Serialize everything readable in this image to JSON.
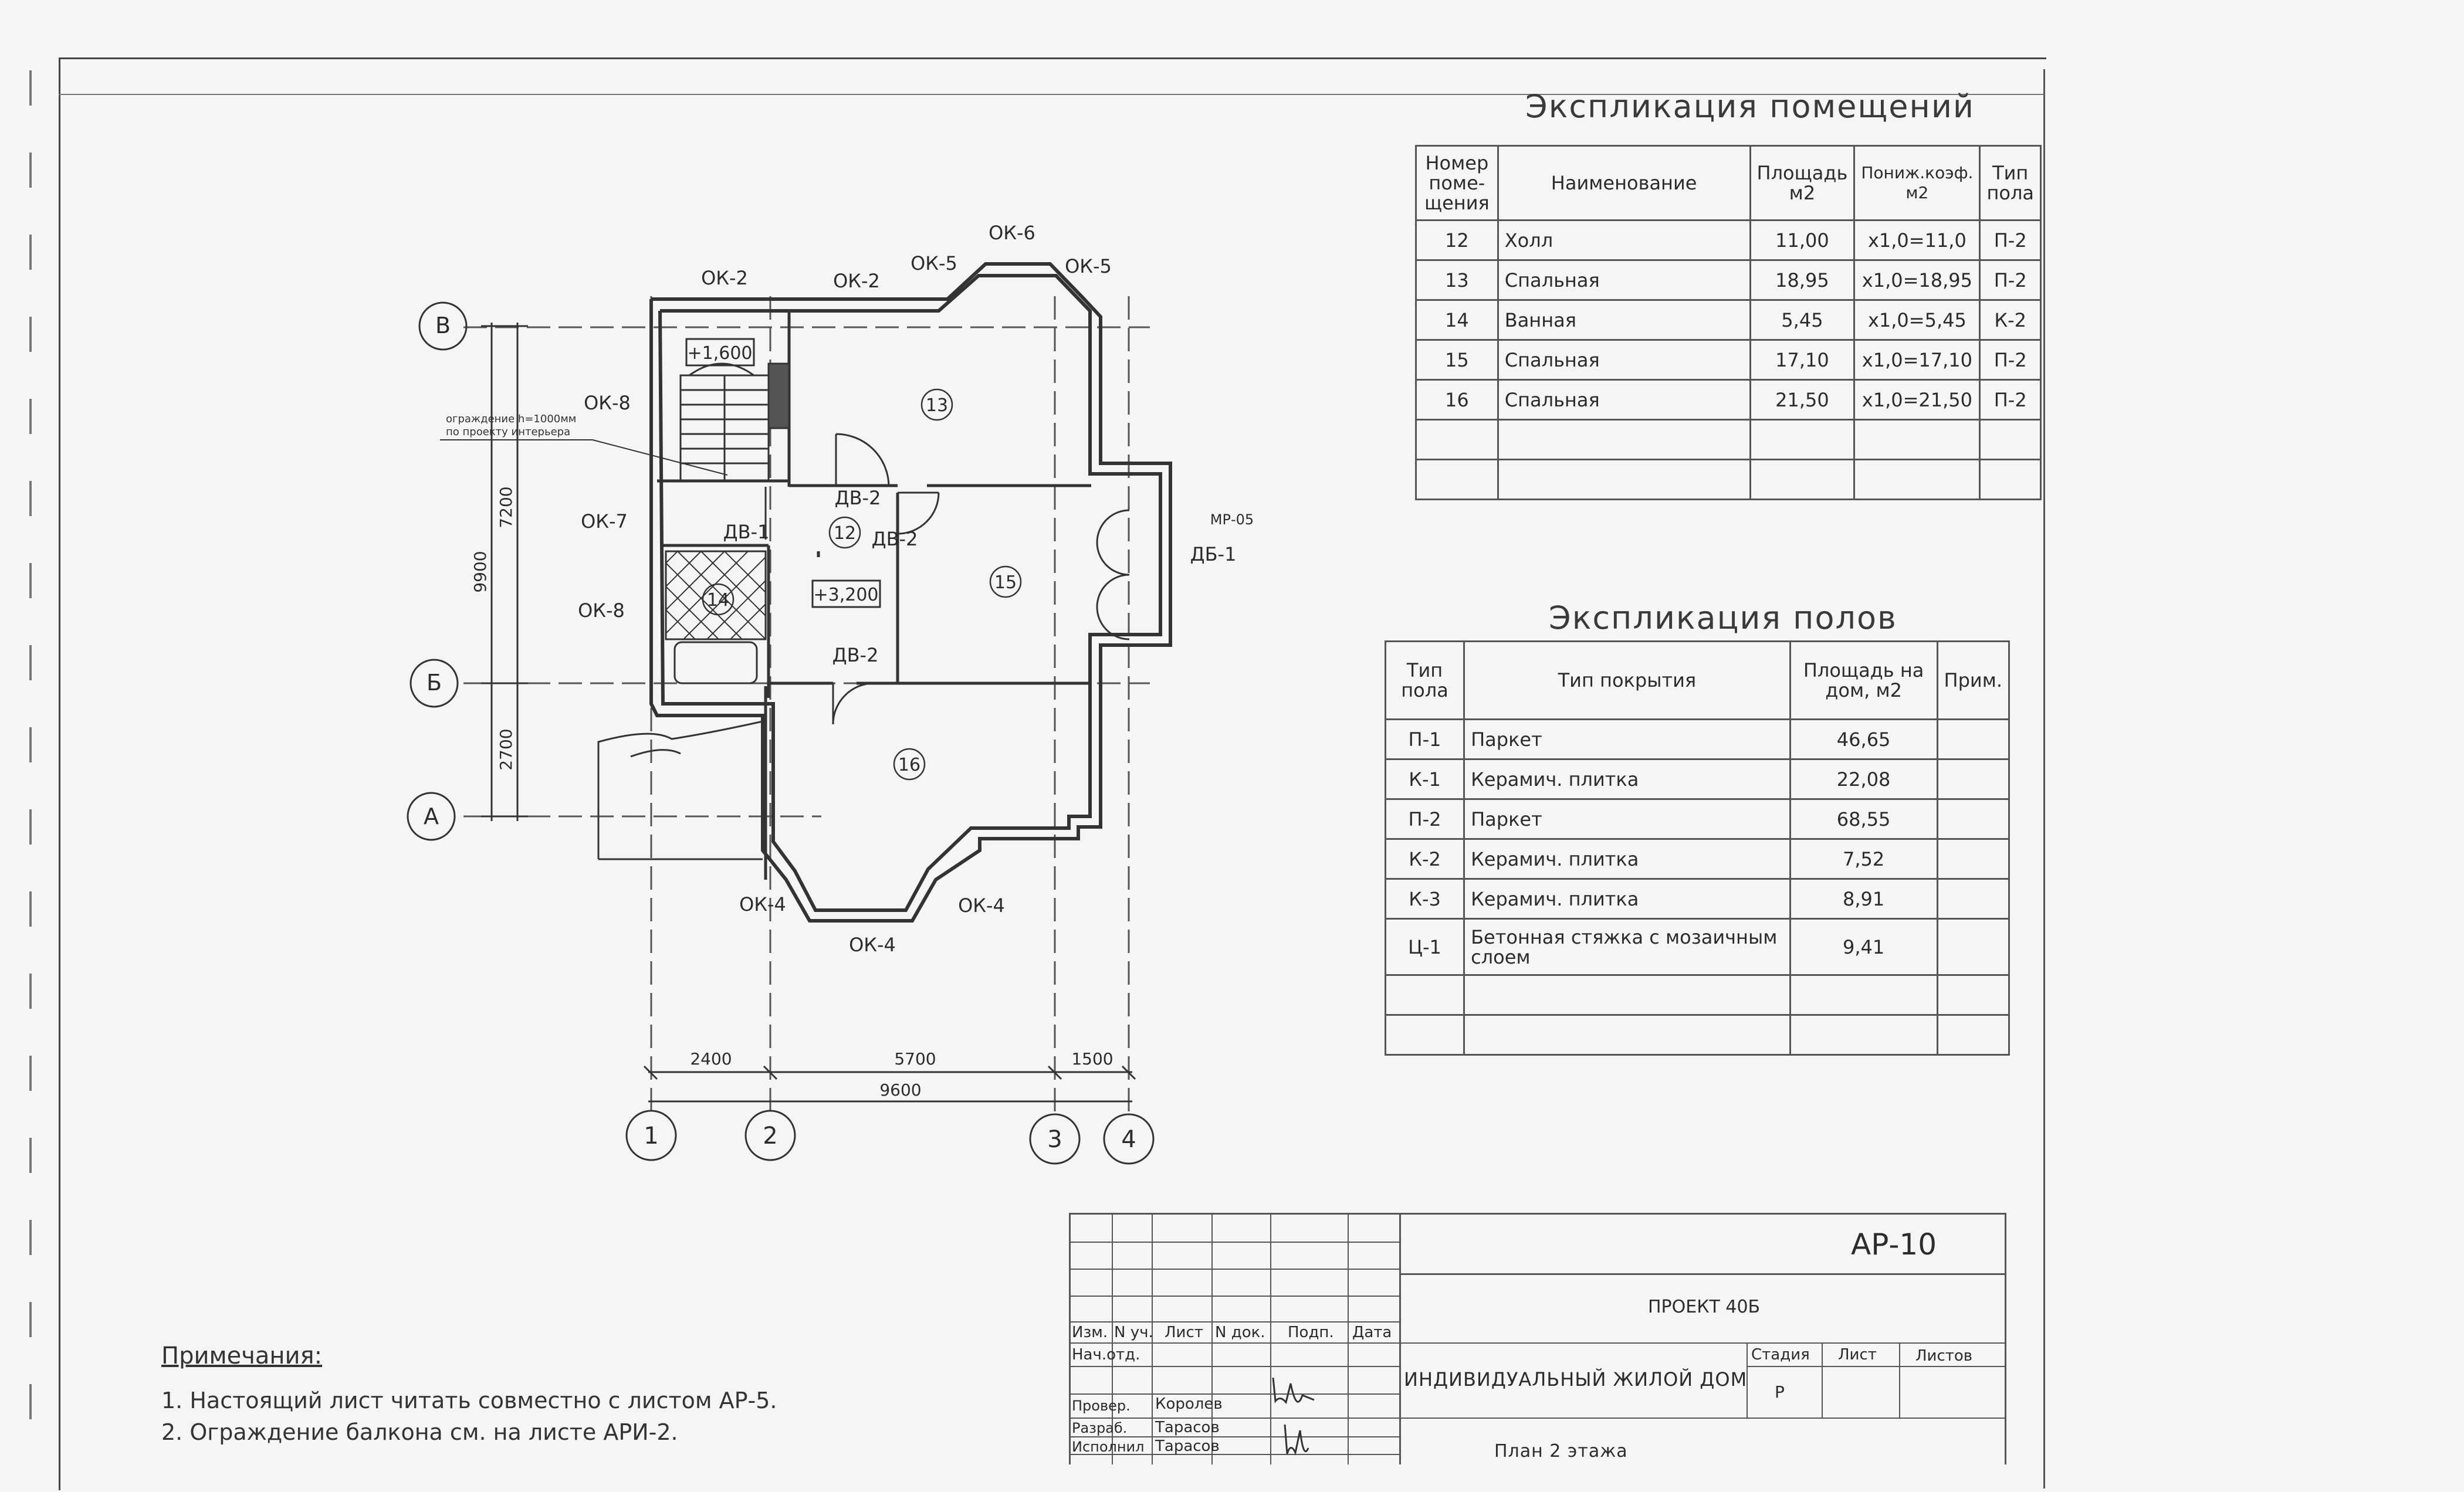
{
  "rooms_table": {
    "title": "Экспликация помещений",
    "headers": [
      "Номер поме- щения",
      "Наименование",
      "Площадь м2",
      "Пониж.коэф. м2",
      "Тип пола"
    ],
    "rows": [
      [
        "12",
        "Холл",
        "11,00",
        "х1,0=11,0",
        "П-2"
      ],
      [
        "13",
        "Спальная",
        "18,95",
        "х1,0=18,95",
        "П-2"
      ],
      [
        "14",
        "Ванная",
        "5,45",
        "х1,0=5,45",
        "К-2"
      ],
      [
        "15",
        "Спальная",
        "17,10",
        "х1,0=17,10",
        "П-2"
      ],
      [
        "16",
        "Спальная",
        "21,50",
        "х1,0=21,50",
        "П-2"
      ]
    ]
  },
  "floors_table": {
    "title": "Экспликация полов",
    "headers": [
      "Тип пола",
      "Тип покрытия",
      "Площадь на дом, м2",
      "Прим."
    ],
    "rows": [
      [
        "П-1",
        "Паркет",
        "46,65",
        ""
      ],
      [
        "К-1",
        "Керамич. плитка",
        "22,08",
        ""
      ],
      [
        "П-2",
        "Паркет",
        "68,55",
        ""
      ],
      [
        "К-2",
        "Керамич. плитка",
        "7,52",
        ""
      ],
      [
        "К-3",
        "Керамич. плитка",
        "8,91",
        ""
      ],
      [
        "Ц-1",
        "Бетонная стяжка с мозаичным слоем",
        "9,41",
        ""
      ]
    ]
  },
  "plan": {
    "axes_rows": [
      "В",
      "Б",
      "А"
    ],
    "axes_cols": [
      "1",
      "2",
      "3",
      "4"
    ],
    "dims_bottom": [
      "2400",
      "5700",
      "1500",
      "9600"
    ],
    "dims_left": [
      "7200",
      "2700",
      "9900"
    ],
    "windows": [
      "ОК-2",
      "ОК-2",
      "ОК-5",
      "ОК-6",
      "ОК-5",
      "ОК-8",
      "ОК-7",
      "ОК-8",
      "ОК-4",
      "ОК-4",
      "ОК-4",
      "МР-05"
    ],
    "doors": [
      "ДВ-2",
      "ДВ-1",
      "ДВ-2",
      "ДВ-2",
      "ДБ-1"
    ],
    "rooms": [
      "13",
      "12",
      "15",
      "14",
      "16"
    ],
    "levels": [
      "+1,600",
      "+3,200"
    ],
    "railing_note": "ограждение h=1000мм по проекту интерьера"
  },
  "notes": {
    "title": "Примечания:",
    "items": [
      "1. Настоящий лист читать совместно с листом АР-5.",
      "2. Ограждение балкона см. на листе АРИ-2."
    ]
  },
  "stamp": {
    "sheet_code": "АР-10",
    "project": "ПРОЕКТ 40Б",
    "object": "ИНДИВИДУАЛЬНЫЙ ЖИЛОЙ ДОМ",
    "drawing": "План 2 этажа",
    "headers": [
      "Изм.",
      "N уч.",
      "Лист",
      "N док.",
      "Подп.",
      "Дата"
    ],
    "roles": [
      {
        "role": "Нач.отд.",
        "name": ""
      },
      {
        "role": "Провер.",
        "name": "Королев"
      },
      {
        "role": "Разраб.",
        "name": "Тарасов"
      },
      {
        "role": "Исполнил",
        "name": "Тарасов"
      }
    ],
    "stage_headers": [
      "Стадия",
      "Лист",
      "Листов"
    ],
    "stage": "Р"
  }
}
